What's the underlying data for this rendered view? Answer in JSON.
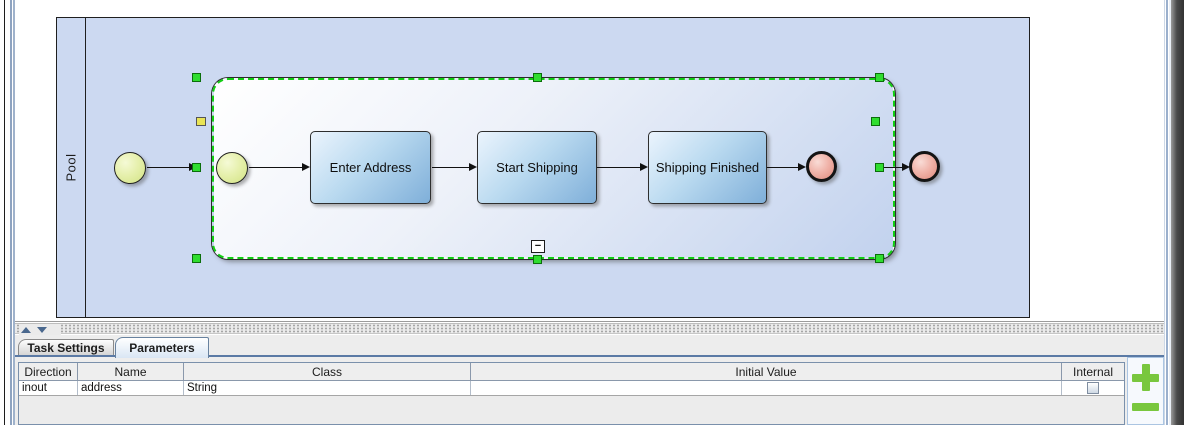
{
  "colors": {
    "pool_fill": "#ccd9f1",
    "task_gradient_start": "#ebf4fd",
    "task_gradient_end": "#7fafd9",
    "event_start_fill": "#d2e383",
    "event_end_fill": "#df8a7c",
    "selection_handle_green": "#2fdd2f",
    "port_handle_yellow": "#e9e455",
    "add_remove_green": "#79c73e",
    "tab_content_border": "#5b7aa5"
  },
  "diagram": {
    "pool_label": "Pool",
    "subprocess": {
      "collapse_icon": "−",
      "tasks": [
        {
          "label": "Enter Address"
        },
        {
          "label": "Start Shipping"
        },
        {
          "label": "Shipping Finished"
        }
      ]
    }
  },
  "panel": {
    "tabs": [
      {
        "label": "Task Settings",
        "selected": false
      },
      {
        "label": "Parameters",
        "selected": true
      }
    ],
    "table": {
      "columns": [
        "Direction",
        "Name",
        "Class",
        "Initial Value",
        "Internal"
      ],
      "rows": [
        {
          "direction": "inout",
          "name": "address",
          "class": "String",
          "initial_value": "",
          "internal_checked": false
        }
      ]
    },
    "buttons": {
      "add": "plus-icon",
      "remove": "minus-icon"
    },
    "splitter": {
      "collapse_up": "triangle-up-icon",
      "collapse_down": "triangle-down-icon"
    }
  }
}
